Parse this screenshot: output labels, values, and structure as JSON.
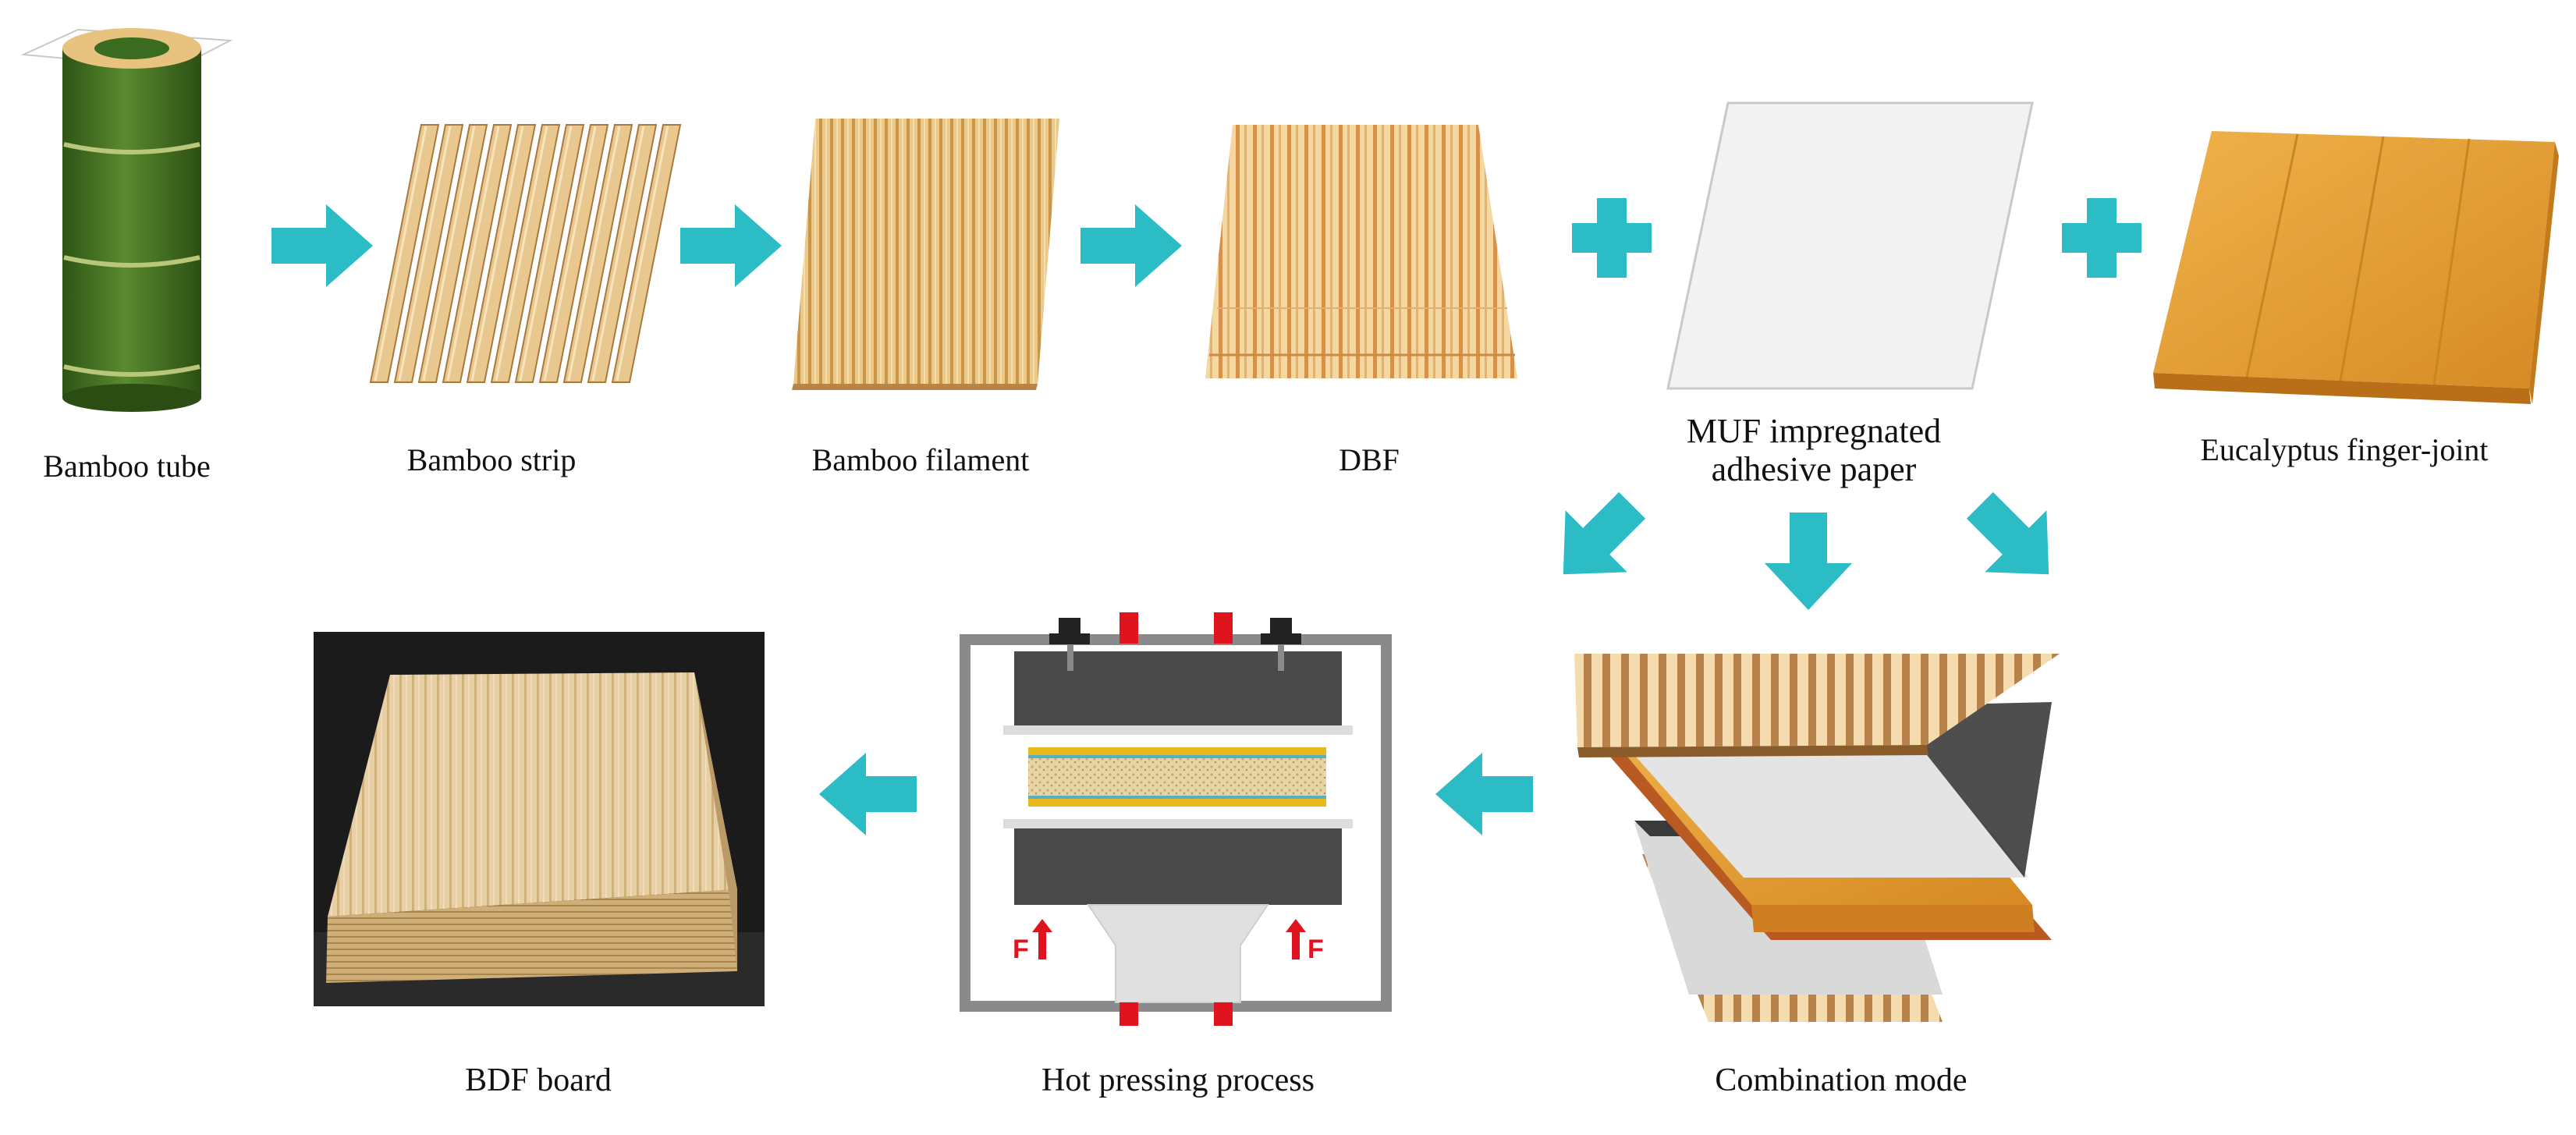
{
  "steps": {
    "bamboo_tube": "Bamboo tube",
    "bamboo_strip": "Bamboo strip",
    "bamboo_filament": "Bamboo filament",
    "dbf": "DBF",
    "muf_paper": "MUF impregnated adhesive paper",
    "eucalyptus": "Eucalyptus finger-joint",
    "combination": "Combination mode",
    "hot_pressing": "Hot pressing process",
    "bdf_board": "BDF board"
  },
  "press": {
    "force_label": "F"
  },
  "colors": {
    "arrow": "#2bbcc6",
    "bamboo_green": "#3f6b1e",
    "bamboo_light": "#e8c48a",
    "eucalyptus": "#e6a43b",
    "press_dark": "#4a4a4a",
    "press_red": "#e0141e"
  }
}
